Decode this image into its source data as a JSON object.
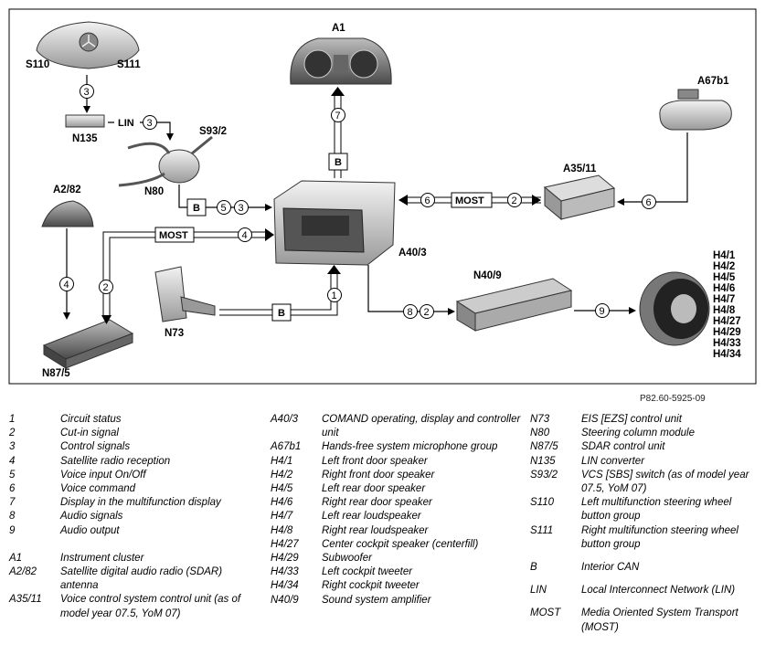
{
  "components": {
    "A1": "A1",
    "S110": "S110",
    "S111": "S111",
    "N135": "N135",
    "S93_2": "S93/2",
    "N80": "N80",
    "A2_82": "A2/82",
    "N87_5": "N87/5",
    "N73": "N73",
    "A40_3": "A40/3",
    "A35_11": "A35/11",
    "A67b1": "A67b1",
    "N40_9": "N40/9"
  },
  "speakers": [
    "H4/1",
    "H4/2",
    "H4/5",
    "H4/6",
    "H4/7",
    "H4/8",
    "H4/27",
    "H4/29",
    "H4/33",
    "H4/34"
  ],
  "bus_labels": {
    "lin": "LIN",
    "most": "MOST",
    "can": "B"
  },
  "circle_numbers": [
    "1",
    "2",
    "3",
    "4",
    "5",
    "6",
    "7",
    "8",
    "9"
  ],
  "figure_reference": "P82.60-5925-09",
  "legend": {
    "col1": [
      {
        "key": "1",
        "desc": "Circuit status"
      },
      {
        "key": "2",
        "desc": "Cut-in signal"
      },
      {
        "key": "3",
        "desc": "Control signals"
      },
      {
        "key": "4",
        "desc": "Satellite radio reception"
      },
      {
        "key": "5",
        "desc": "Voice input On/Off"
      },
      {
        "key": "6",
        "desc": "Voice command"
      },
      {
        "key": "7",
        "desc": "Display in the multifunction display"
      },
      {
        "key": "8",
        "desc": "Audio signals"
      },
      {
        "key": "9",
        "desc": "Audio output"
      },
      {
        "key": "A1",
        "desc": "Instrument cluster"
      },
      {
        "key": "A2/82",
        "desc": "Satellite digital audio radio (SDAR) antenna"
      },
      {
        "key": "A35/11",
        "desc": "Voice control system control unit (as of model year 07.5, YoM 07)"
      }
    ],
    "col2": [
      {
        "key": "A40/3",
        "desc": "COMAND operating, display and controller unit"
      },
      {
        "key": "A67b1",
        "desc": "Hands-free system microphone group"
      },
      {
        "key": "H4/1",
        "desc": "Left front door speaker"
      },
      {
        "key": "H4/2",
        "desc": "Right front door speaker"
      },
      {
        "key": "H4/5",
        "desc": "Left rear door speaker"
      },
      {
        "key": "H4/6",
        "desc": "Right rear door speaker"
      },
      {
        "key": "H4/7",
        "desc": "Left rear loudspeaker"
      },
      {
        "key": "H4/8",
        "desc": "Right rear loudspeaker"
      },
      {
        "key": "H4/27",
        "desc": "Center cockpit speaker (centerfill)"
      },
      {
        "key": "H4/29",
        "desc": "Subwoofer"
      },
      {
        "key": "H4/33",
        "desc": "Left cockpit tweeter"
      },
      {
        "key": "H4/34",
        "desc": "Right cockpit tweeter"
      },
      {
        "key": "N40/9",
        "desc": "Sound system amplifier"
      }
    ],
    "col3": [
      {
        "key": "N73",
        "desc": "EIS [EZS] control unit"
      },
      {
        "key": "N80",
        "desc": "Steering column module"
      },
      {
        "key": "N87/5",
        "desc": "SDAR control unit"
      },
      {
        "key": "N135",
        "desc": "LIN converter"
      },
      {
        "key": "S93/2",
        "desc": "VCS [SBS] switch (as of model year 07.5, YoM 07)"
      },
      {
        "key": "S110",
        "desc": "Left multifunction steering wheel button group"
      },
      {
        "key": "S111",
        "desc": "Right multifunction steering wheel button group"
      },
      {
        "key": "B",
        "desc": "Interior CAN"
      },
      {
        "key": "LIN",
        "desc": "Local Interconnect Network (LIN)"
      },
      {
        "key": "MOST",
        "desc": "Media Oriented System Transport (MOST)"
      }
    ]
  }
}
